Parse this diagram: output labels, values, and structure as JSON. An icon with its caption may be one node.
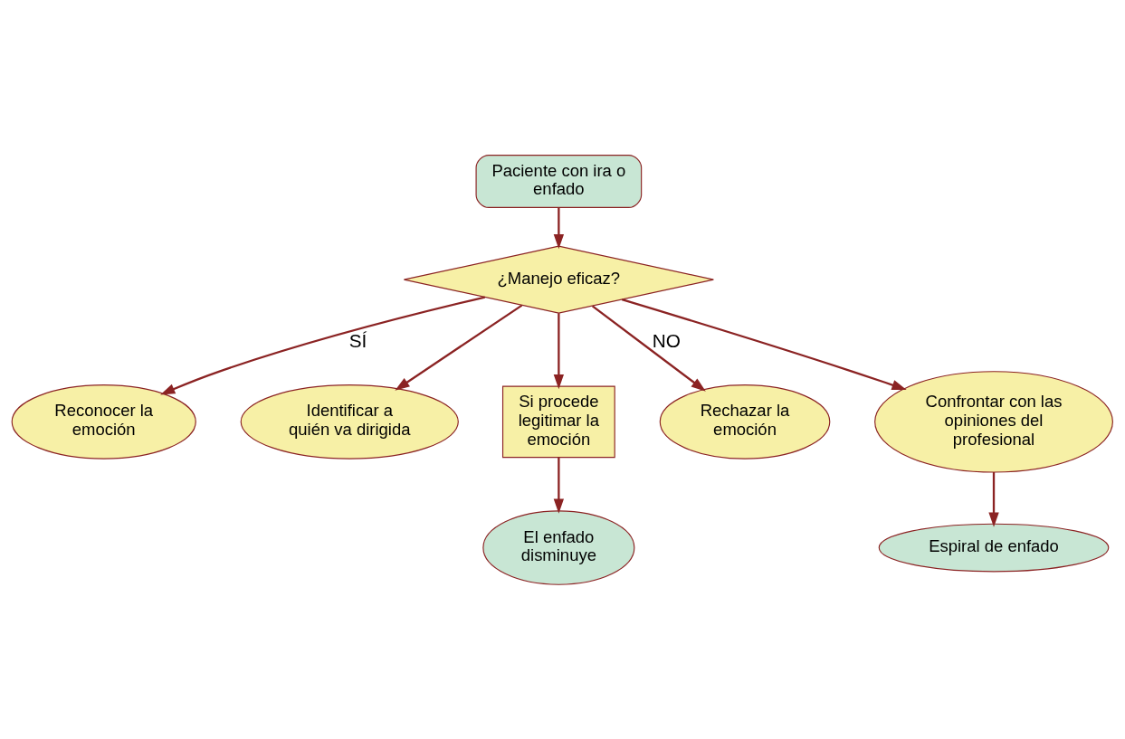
{
  "diagram": {
    "nodes": [
      {
        "text": [
          "Paciente con ira o enfado"
        ]
      },
      {
        "text": [
          "¿Manejo eficaz?"
        ]
      },
      {
        "text": [
          "Reconocer la emoción"
        ]
      },
      {
        "text": [
          "Identificar a quién va dirigida"
        ]
      },
      {
        "text": [
          "Si procede legitimar la emoción"
        ]
      },
      {
        "text": [
          "El enfado disminuye"
        ]
      },
      {
        "text": [
          "Rechazar la emoción"
        ]
      },
      {
        "text": [
          "Confrontar con las opiniones del profesional"
        ]
      },
      {
        "text": [
          "Espiral de enfado"
        ]
      }
    ],
    "edges": [
      {
        "from": 0,
        "to": 1,
        "arrow": "to"
      },
      {
        "from": 1,
        "to": 2,
        "arrow": "to",
        "label": "SÍ"
      },
      {
        "from": 1,
        "to": 3,
        "arrow": "to"
      },
      {
        "from": 1,
        "to": 4,
        "arrow": "to"
      },
      {
        "from": 4,
        "to": 5,
        "arrow": "to"
      },
      {
        "from": 1,
        "to": 6,
        "arrow": "to",
        "label": "NO"
      },
      {
        "from": 1,
        "to": 7,
        "arrow": "to"
      },
      {
        "from": 7,
        "to": 8,
        "arrow": "to"
      }
    ]
  }
}
